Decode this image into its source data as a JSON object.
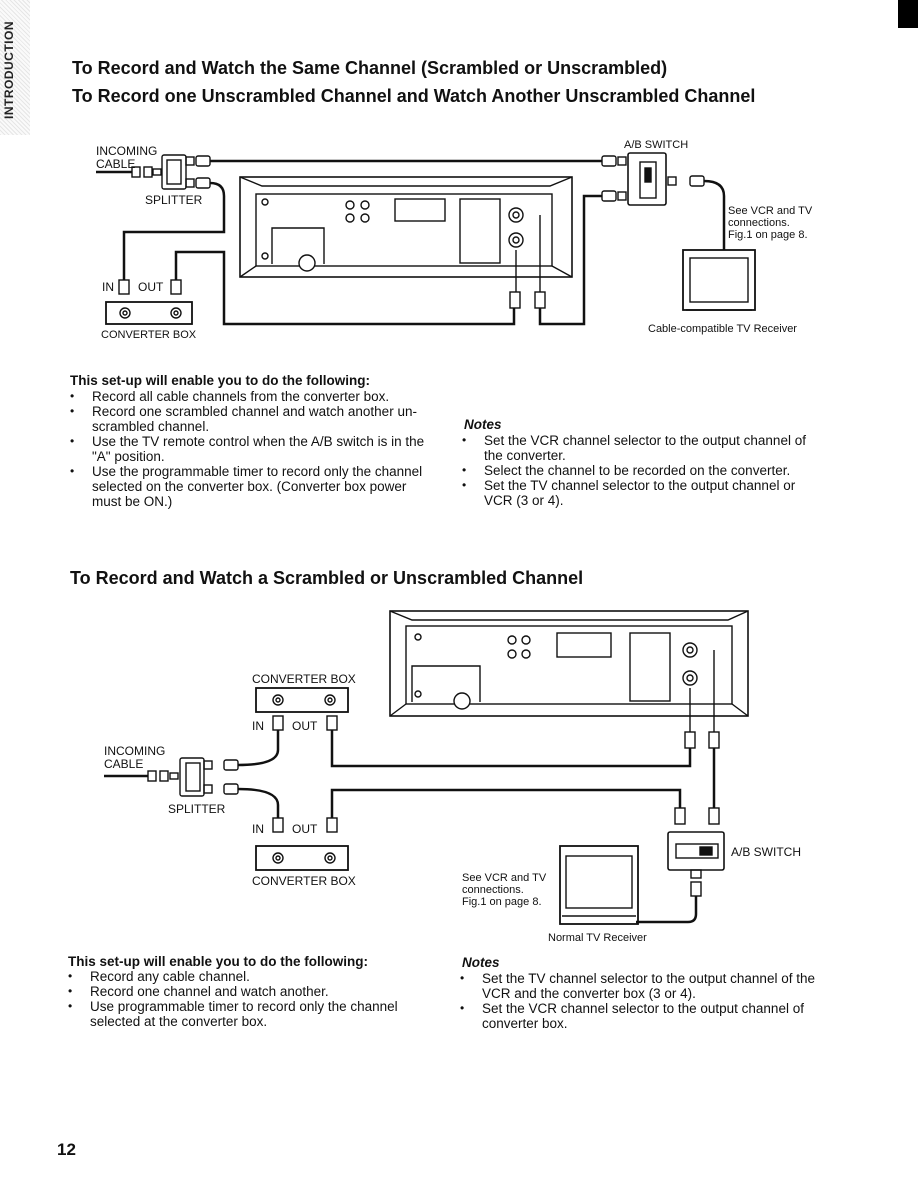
{
  "side_tab": "INTRODUCTION",
  "page_number": "12",
  "section1": {
    "title_line1": "To Record and Watch the Same Channel (Scrambled or Unscrambled)",
    "title_line2": "To Record one Unscrambled Channel and Watch Another Unscrambled Channel",
    "diagram": {
      "incoming_cable": "INCOMING\nCABLE",
      "splitter": "SPLITTER",
      "in": "IN",
      "out": "OUT",
      "converter_box": "CONVERTER BOX",
      "ab_switch": "A/B SWITCH",
      "see_vcr": "See VCR and TV\nconnections.\nFig.1 on page 8.",
      "tv_receiver": "Cable-compatible TV Receiver"
    },
    "intro": "This set-up will enable you to do the following:",
    "bullets": [
      "Record all cable channels from the converter box.",
      "Record one scrambled channel and watch another un-scrambled channel.",
      "Use the TV remote control when the A/B switch is in the \"A\" position.",
      "Use the programmable timer to record only the channel selected on the converter box. (Converter box power must be ON.)"
    ],
    "notes_heading": "Notes",
    "notes": [
      "Set the VCR channel selector to the output channel of the converter.",
      "Select the channel to be recorded on the converter.",
      "Set the TV channel selector to the output channel or VCR (3 or 4)."
    ]
  },
  "section2": {
    "title": "To Record and Watch a Scrambled or Unscrambled Channel",
    "diagram": {
      "converter_box_top": "CONVERTER BOX",
      "in_top": "IN",
      "out_top": "OUT",
      "incoming_cable": "INCOMING\nCABLE",
      "splitter": "SPLITTER",
      "in_bottom": "IN",
      "out_bottom": "OUT",
      "converter_box_bottom": "CONVERTER BOX",
      "see_vcr": "See VCR and TV\nconnections.\nFig.1 on page 8.",
      "ab_switch": "A/B SWITCH",
      "tv_receiver": "Normal TV Receiver"
    },
    "intro": "This set-up will enable you to do the following:",
    "bullets": [
      "Record any cable channel.",
      "Record one channel and watch another.",
      "Use programmable timer to record only the channel selected at the converter box."
    ],
    "notes_heading": "Notes",
    "notes": [
      "Set the TV channel selector to the output channel of the VCR and the converter box (3 or 4).",
      "Set the VCR channel selector to the output channel of converter box."
    ]
  }
}
